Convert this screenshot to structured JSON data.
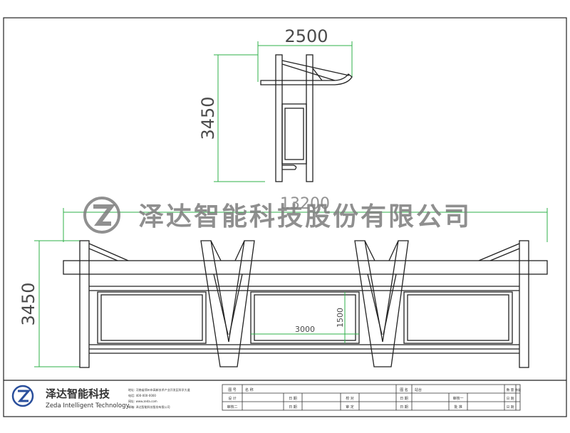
{
  "dimensions": {
    "side_width": "2500",
    "side_height": "3450",
    "front_length": "13200",
    "front_height": "3450",
    "panel_width": "3000",
    "panel_height": "1500"
  },
  "watermark": {
    "text": "泽达智能科技股份有限公司"
  },
  "title_block": {
    "company_cn": "泽达智能科技",
    "company_en": "Zeda Intelligent Technology",
    "contact_lines": [
      "地址: 河南省郑州市高新技术产业开发区科学大道",
      "电话: 400-000-0000",
      "网址: www.zeda.com",
      "邮箱: 泽达智能科技股份有限公司"
    ],
    "row1": [
      "图 号",
      "名 称",
      "",
      "图 名",
      "站台",
      "数 量",
      "数量"
    ],
    "row2": [
      "设 计",
      "",
      "日 期",
      "",
      "校 对",
      "",
      "日 期",
      "",
      "审核一",
      "",
      "日 期"
    ],
    "row3": [
      "审核二",
      "",
      "日 期",
      "",
      "审 定",
      "",
      "日 期",
      "",
      "批 准",
      "",
      "日 期"
    ]
  }
}
